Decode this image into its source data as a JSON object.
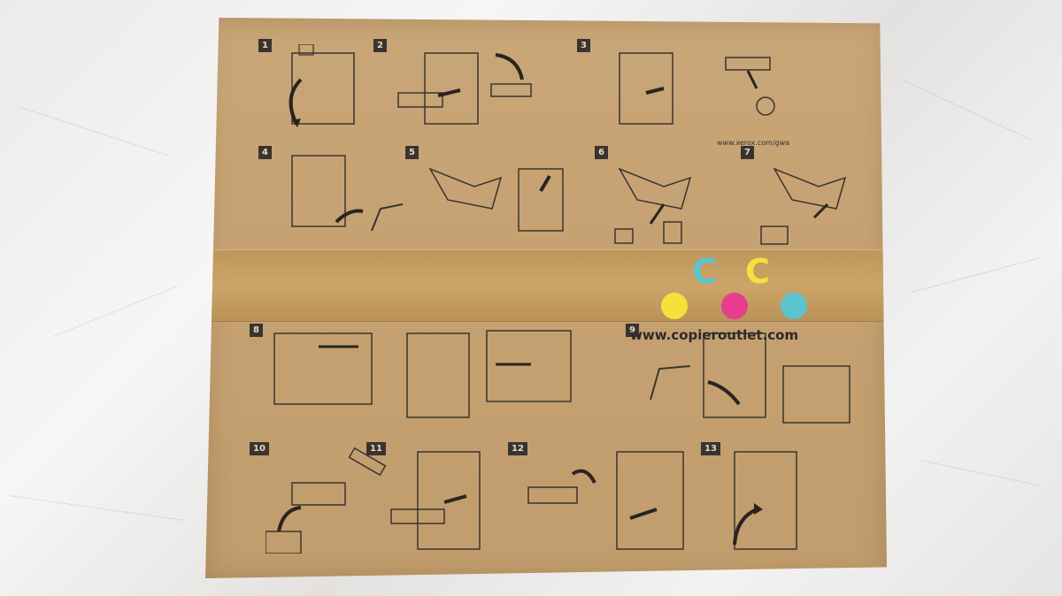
{
  "steps": [
    {
      "number": "1"
    },
    {
      "number": "2"
    },
    {
      "number": "3"
    },
    {
      "number": "4"
    },
    {
      "number": "5"
    },
    {
      "number": "6"
    },
    {
      "number": "7"
    },
    {
      "number": "8"
    },
    {
      "number": "9"
    },
    {
      "number": "10"
    },
    {
      "number": "11"
    },
    {
      "number": "12"
    },
    {
      "number": "13"
    }
  ],
  "xerox_url": "www.xerox.com/gwa",
  "watermark": {
    "url": "www.copieroutlet.com",
    "colors": {
      "cyan": "#5bc4cf",
      "yellow": "#f2e23a",
      "magenta": "#e63d8f"
    }
  },
  "box_color": "#c6a273"
}
